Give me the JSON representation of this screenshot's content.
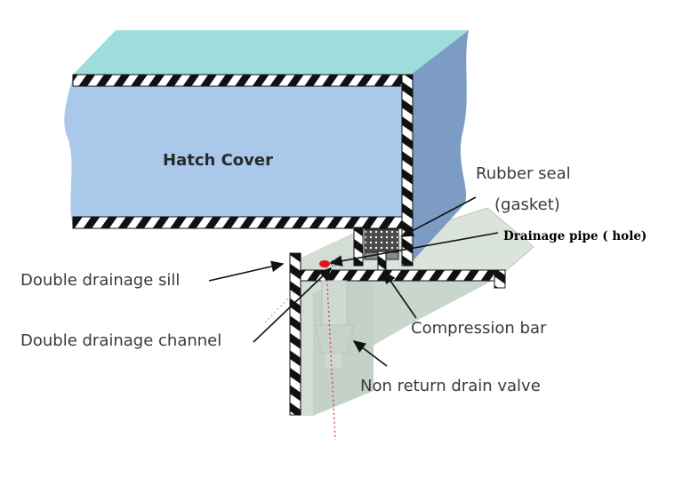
{
  "labels": {
    "hatch_cover": "Hatch Cover",
    "rubber_seal_line1": "Rubber seal",
    "rubber_seal_line2": "(gasket)",
    "drainage_pipe": "Drainage pipe ( hole)",
    "double_drainage_sill": "Double drainage sill",
    "double_drainage_channel": "Double drainage channel",
    "compression_bar": "Compression bar",
    "non_return_drain_valve": "Non return drain valve"
  },
  "colors": {
    "hatch_top": "#9fdcdc",
    "hatch_front": "#a9c8ea",
    "hatch_side": "#7d9cc4",
    "steel_light": "#dbe4dc",
    "steel_mid": "#c9d6cc",
    "drain_dot": "#e0141c",
    "dotted_line": "#e04050"
  }
}
